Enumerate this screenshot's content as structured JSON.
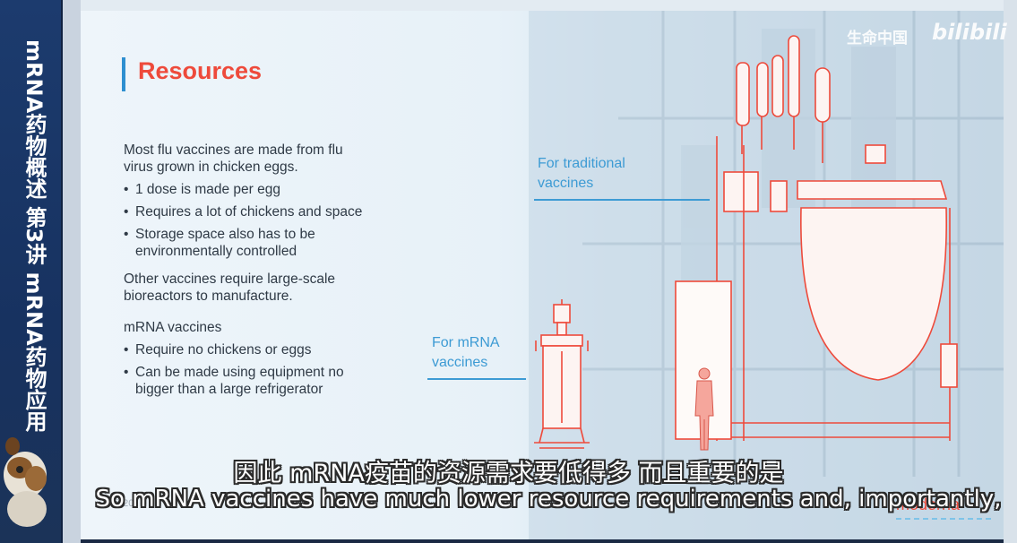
{
  "sidebar": {
    "series_title": "mRNA药物概述 第3讲 mRNA药物应用"
  },
  "watermark": {
    "channel": "生命中国",
    "logo": "bilibili"
  },
  "slide": {
    "title": "Resources",
    "intro": "Most flu vaccines are made from flu virus grown in chicken eggs.",
    "intro_line1": "Most flu vaccines are made from flu",
    "intro_line2": "virus grown in chicken eggs.",
    "flu_bullets": [
      {
        "l1": "1 dose is made per egg",
        "l2": ""
      },
      {
        "l1": "Requires a lot of chickens and space",
        "l2": ""
      },
      {
        "l1": "Storage space also has to be",
        "l2": "environmentally controlled"
      }
    ],
    "other_line1": "Other vaccines require large-scale",
    "other_line2": "bioreactors to manufacture.",
    "mrna_heading": "mRNA vaccines",
    "mrna_bullets": [
      {
        "l1": "Require no chickens or eggs",
        "l2": ""
      },
      {
        "l1": "Can be made using equipment no",
        "l2": "bigger than a large refrigerator"
      }
    ],
    "bullet_char": "•",
    "callout_traditional": {
      "l1": "For traditional",
      "l2": "vaccines"
    },
    "callout_mrna": {
      "l1": "For mRNA",
      "l2": "vaccines"
    },
    "copyright": "© 20",
    "brand": "moderna"
  },
  "subtitles": {
    "chinese": "因此 mRNA疫苗的资源需求要低得多 而且重要的是",
    "english": "So mRNA vaccines have much lower resource requirements and, importantly,"
  },
  "colors": {
    "accent_red": "#ee4a3b",
    "accent_blue": "#3d9bd4",
    "sidebar_blue": "#1c3b6e"
  }
}
